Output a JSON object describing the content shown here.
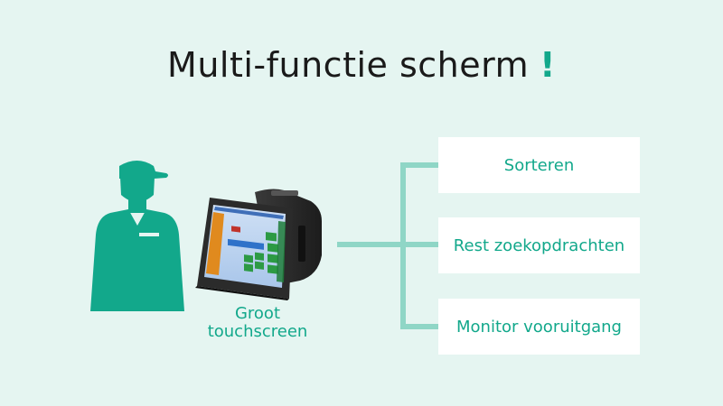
{
  "title": {
    "text": "Multi-functie scherm",
    "accent_mark": "!"
  },
  "device": {
    "caption_line1": "Groot",
    "caption_line2": "touchscreen"
  },
  "functions": [
    {
      "label": "Sorteren"
    },
    {
      "label": "Rest zoekopdrachten"
    },
    {
      "label": "Monitor vooruitgang"
    }
  ],
  "colors": {
    "background": "#e5f5f1",
    "accent": "#12a88b",
    "arrow": "#8fd6c6",
    "box": "#ffffff",
    "title_text": "#1a1a1a"
  },
  "icons": {
    "person": "person-cap-icon",
    "device": "touchscreen-terminal-icon"
  }
}
